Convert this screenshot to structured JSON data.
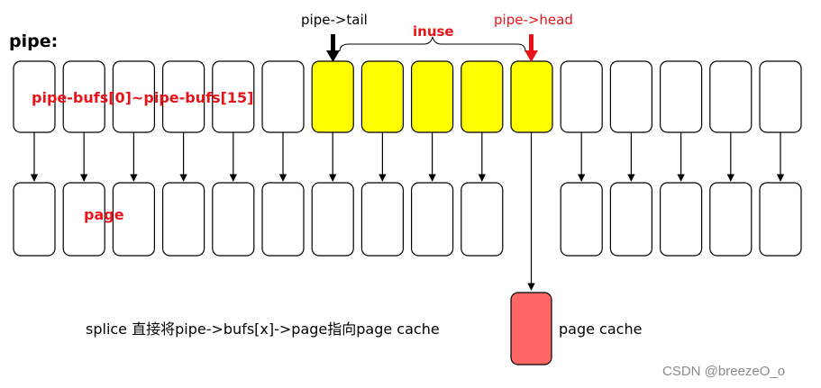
{
  "diagram": {
    "title": "pipe:",
    "bufs_label": "pipe-bufs[0]~pipe-bufs[15]",
    "page_label": "page",
    "tail_label": "pipe->tail",
    "head_label": "pipe->head",
    "inuse_label": "inuse",
    "caption": "splice 直接将pipe->bufs[x]->page指向page cache",
    "page_cache_label": "page cache",
    "watermark": "CSDN @breezeO_o",
    "buffer_count": 16,
    "inuse_slots": [
      6,
      7,
      8,
      9,
      10
    ],
    "tail_slot": 6,
    "head_slot": 10,
    "slots_without_page": [
      10
    ],
    "colors": {
      "inuse_fill": "#ffff00",
      "empty_fill": "#ffffff",
      "page_cache_fill": "#ff6666",
      "label_red": "#e8141b",
      "head_arrow": "#e8141b",
      "tail_arrow": "#000000"
    }
  }
}
